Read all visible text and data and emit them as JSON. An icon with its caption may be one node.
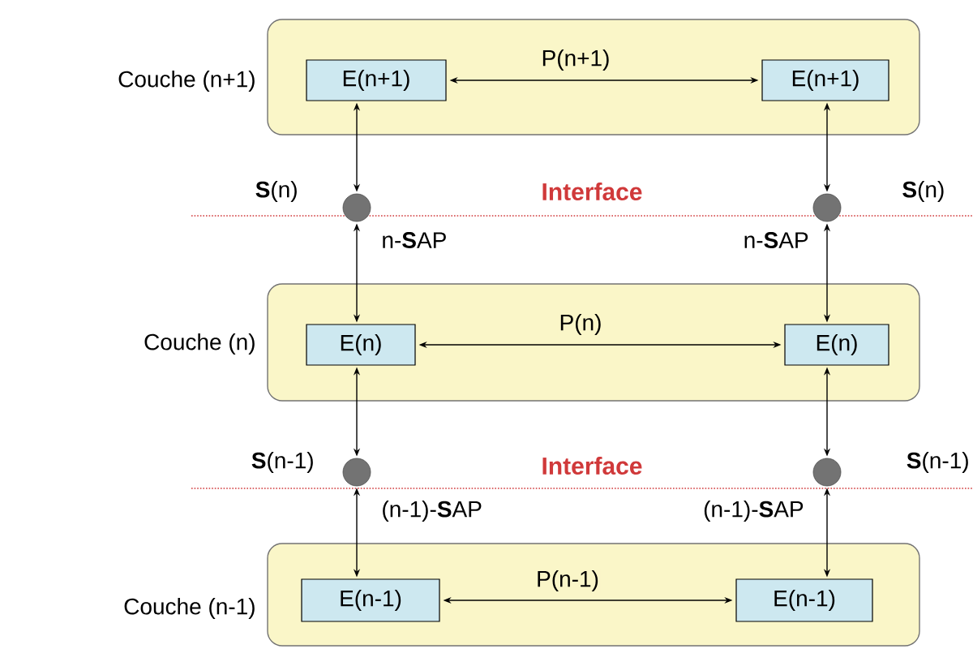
{
  "diagram": {
    "nodes": [
      {
        "text": [
          "Couche (n+1)"
        ]
      },
      {
        "text": [
          "E(n+1)"
        ],
        "in": 0
      },
      {
        "text": [
          "E(n+1)"
        ],
        "in": 0
      },
      {
        "text": [],
        "shape": "circle",
        "beside": [
          "**S**(n)",
          "n-**S**AP"
        ]
      },
      {
        "text": [],
        "shape": "circle",
        "beside": [
          "**S**(n)",
          "n-**S**AP"
        ]
      },
      {
        "text": [
          "Couche (n)"
        ]
      },
      {
        "text": [
          "E(n)"
        ],
        "in": 5
      },
      {
        "text": [
          "E(n)"
        ],
        "in": 5
      },
      {
        "text": [],
        "shape": "circle",
        "beside": [
          "**S**(n-1)",
          "(n-1)-**S**AP"
        ]
      },
      {
        "text": [],
        "shape": "circle",
        "beside": [
          "**S**(n-1)",
          "(n-1)-**S**AP"
        ]
      },
      {
        "text": [
          "Couche (n-1)"
        ]
      },
      {
        "text": [
          "E(n-1)"
        ],
        "in": 10
      },
      {
        "text": [
          "E(n-1)"
        ],
        "in": 10
      }
    ],
    "edges": [
      {
        "from": 1,
        "to": 2,
        "arrow": "both",
        "label": "P(n+1)"
      },
      {
        "from": 1,
        "to": 3,
        "arrow": "both"
      },
      {
        "from": 2,
        "to": 4,
        "arrow": "both"
      },
      {
        "from": 3,
        "to": 6,
        "arrow": "both"
      },
      {
        "from": 4,
        "to": 7,
        "arrow": "both"
      },
      {
        "from": 6,
        "to": 7,
        "arrow": "both",
        "label": "P(n)"
      },
      {
        "from": 6,
        "to": 8,
        "arrow": "both"
      },
      {
        "from": 7,
        "to": 9,
        "arrow": "both"
      },
      {
        "from": 8,
        "to": 11,
        "arrow": "both"
      },
      {
        "from": 9,
        "to": 12,
        "arrow": "both"
      },
      {
        "from": 11,
        "to": 12,
        "arrow": "both",
        "label": "P(n-1)"
      }
    ],
    "labels": [
      "Interface",
      "Interface"
    ]
  }
}
